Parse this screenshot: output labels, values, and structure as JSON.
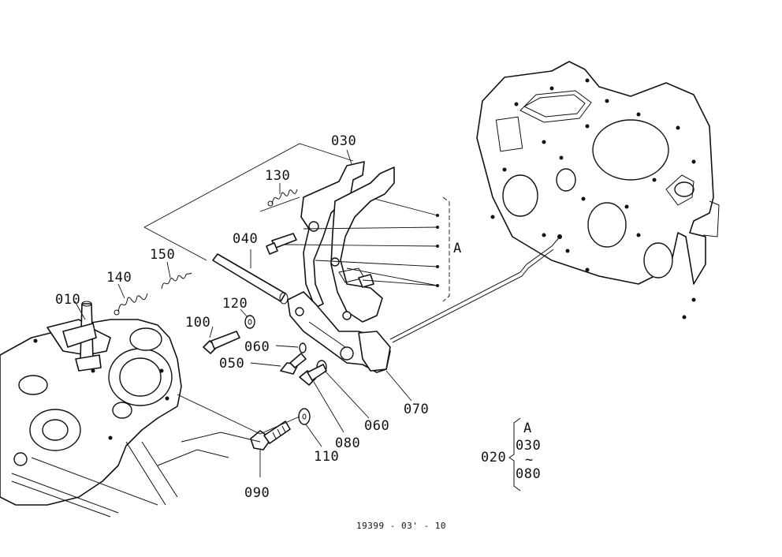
{
  "labels": {
    "p010": "010",
    "p020": "020",
    "p030": "030",
    "p040": "040",
    "p050": "050",
    "p060a": "060",
    "p060b": "060",
    "p070": "070",
    "p080": "080",
    "p090": "090",
    "p100": "100",
    "p110": "110",
    "p120": "120",
    "p130": "130",
    "p140": "140",
    "p150": "150",
    "group_a": "A"
  },
  "legend": {
    "assembly": "020",
    "item_a": "A",
    "range_start": "030",
    "range_sep": "~",
    "range_end": "080"
  },
  "drawing_code": "19399 - 03' - 10"
}
